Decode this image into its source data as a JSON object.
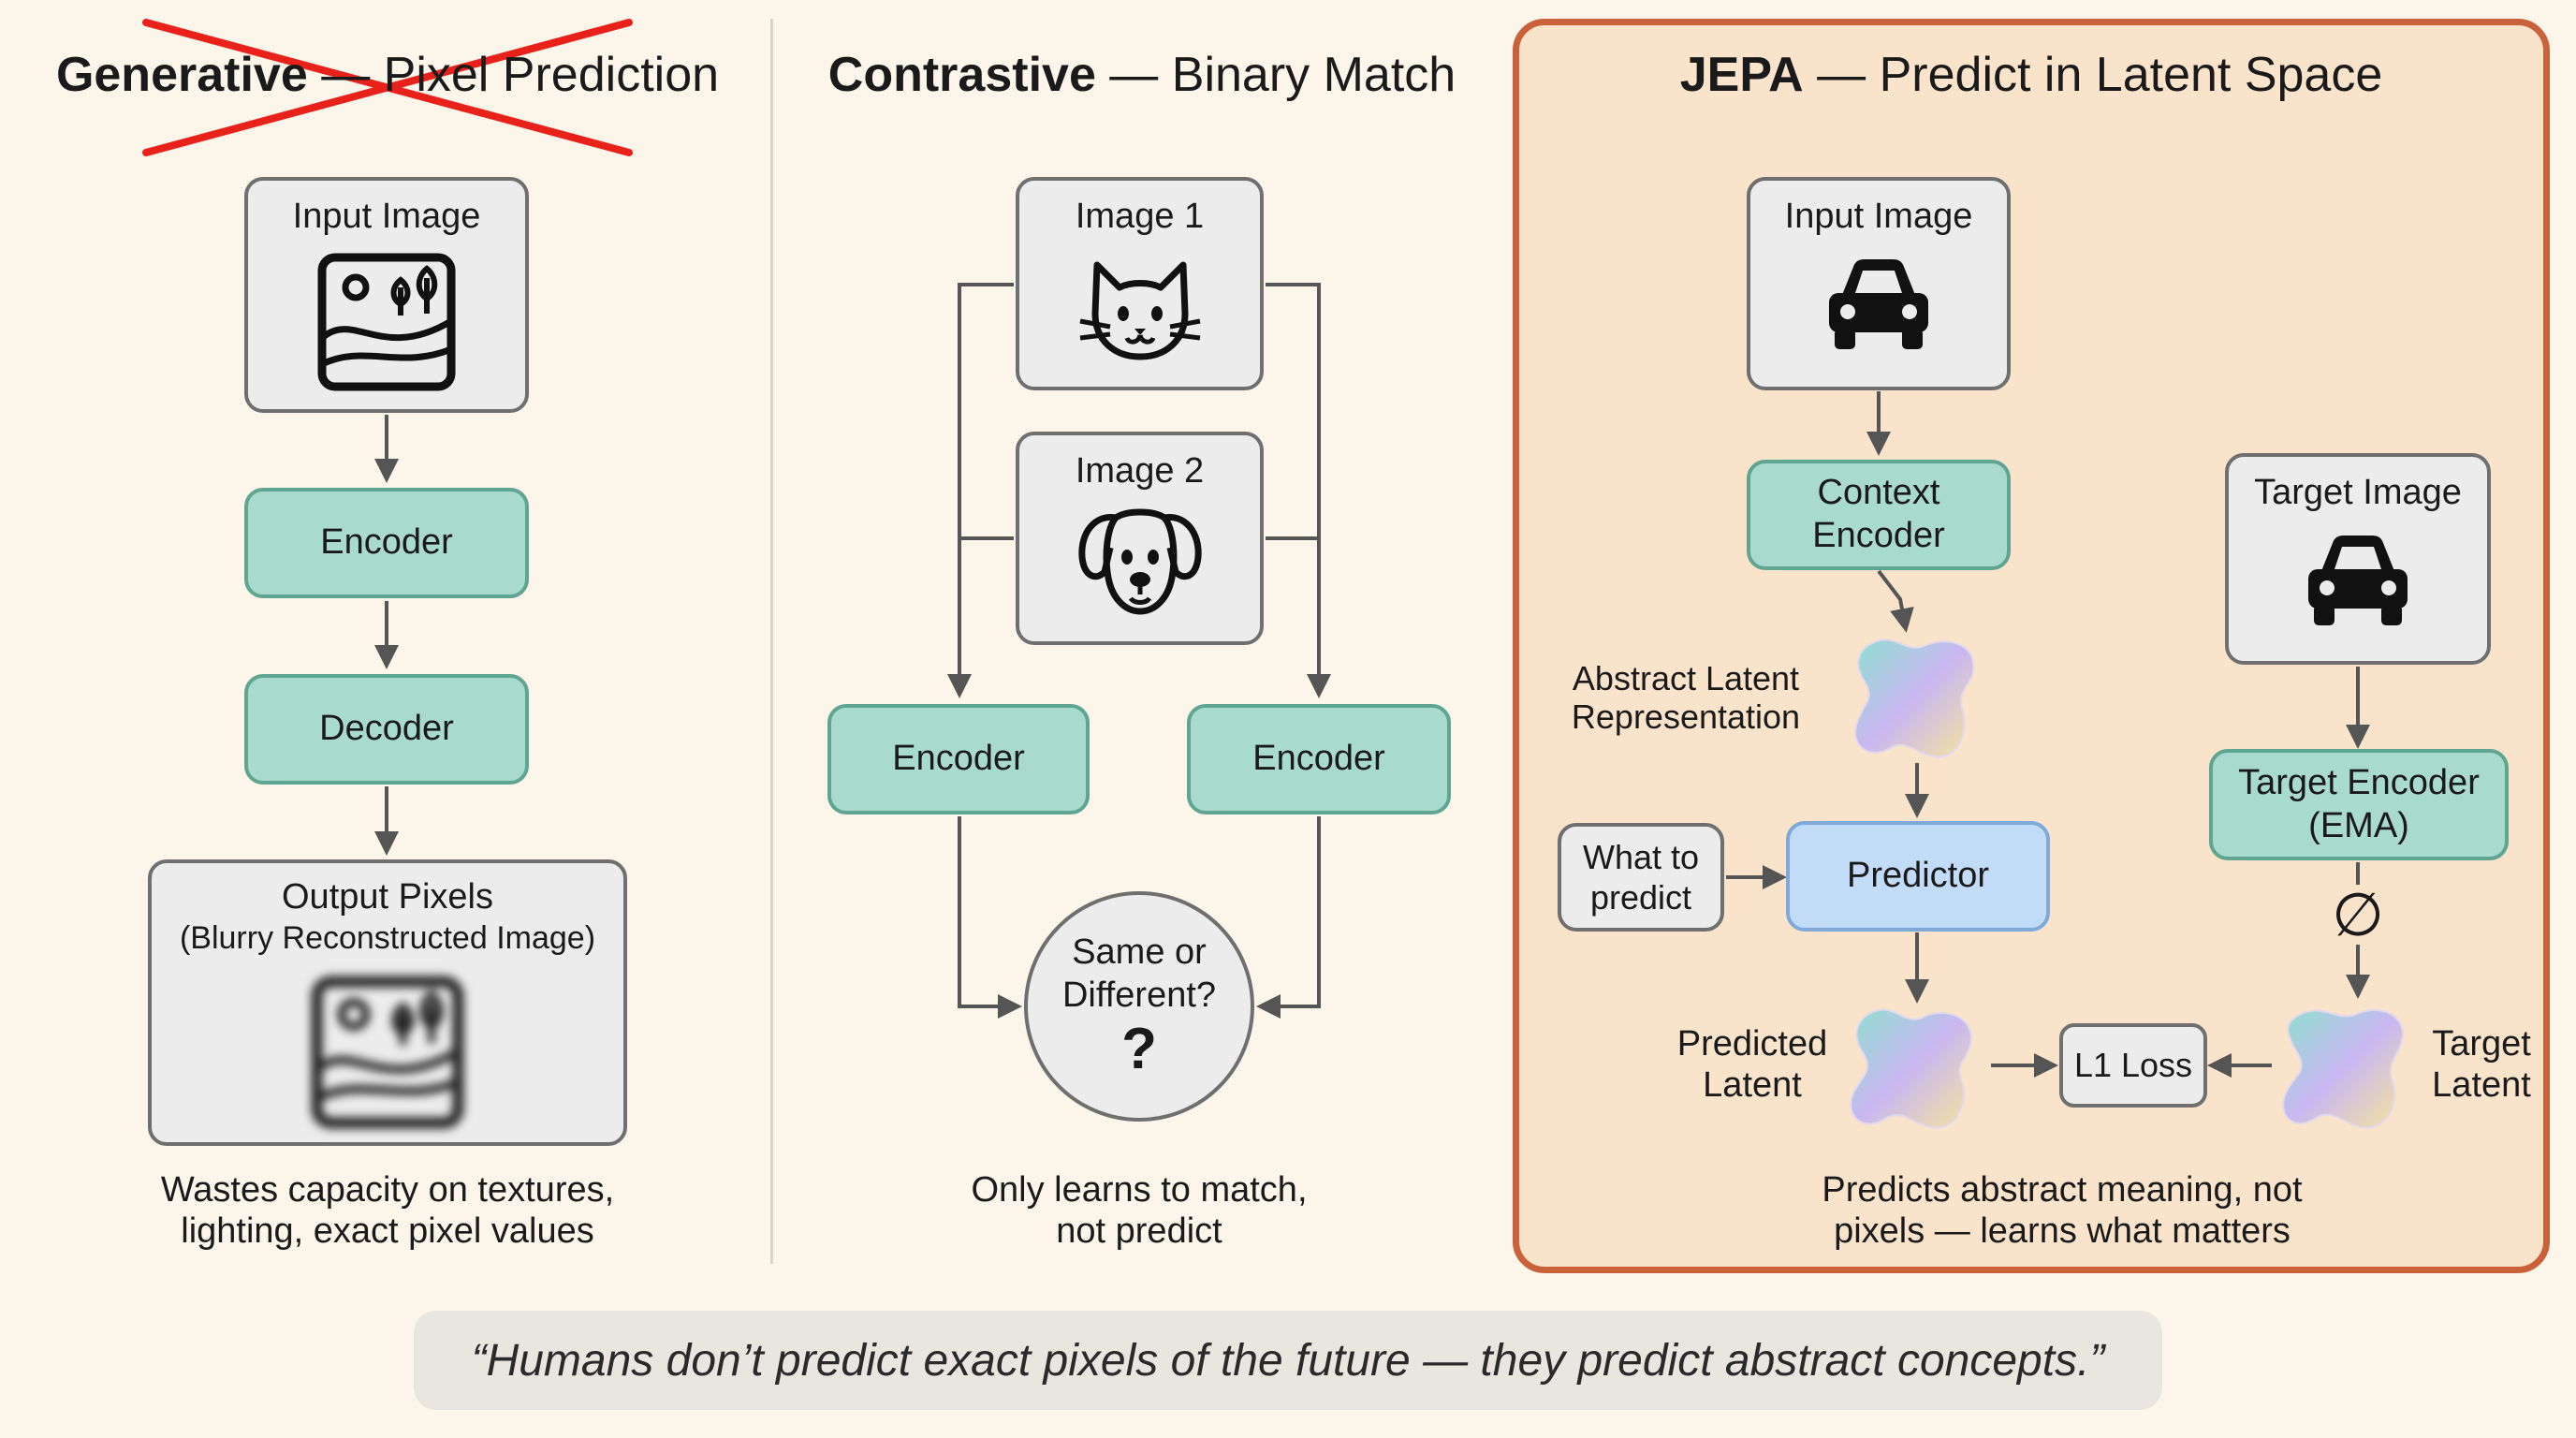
{
  "generative": {
    "title_bold": "Generative",
    "title_rest": " — Pixel Prediction",
    "input_label": "Input Image",
    "encoder_label": "Encoder",
    "decoder_label": "Decoder",
    "output_label": "Output Pixels",
    "output_sublabel": "(Blurry Reconstructed Image)",
    "caption_line1": "Wastes capacity on textures,",
    "caption_line2": "lighting, exact pixel values"
  },
  "contrastive": {
    "title_bold": "Contrastive",
    "title_rest": " — Binary Match",
    "image1_label": "Image 1",
    "image2_label": "Image 2",
    "encoder_left_label": "Encoder",
    "encoder_right_label": "Encoder",
    "decision_line1": "Same or",
    "decision_line2": "Different?",
    "decision_mark": "?",
    "caption_line1": "Only learns to match,",
    "caption_line2": "not predict"
  },
  "jepa": {
    "title_bold": "JEPA",
    "title_rest": " — Predict in Latent Space",
    "input_label": "Input Image",
    "context_encoder_line1": "Context",
    "context_encoder_line2": "Encoder",
    "abstract_latent_line1": "Abstract Latent",
    "abstract_latent_line2": "Representation",
    "what_to_predict_line1": "What to",
    "what_to_predict_line2": "predict",
    "predictor_label": "Predictor",
    "target_image_label": "Target Image",
    "target_encoder_line1": "Target Encoder",
    "target_encoder_line2": "(EMA)",
    "stop_gradient_symbol": "∅",
    "predicted_latent_line1": "Predicted",
    "predicted_latent_line2": "Latent",
    "loss_label": "L1 Loss",
    "target_latent_line1": "Target",
    "target_latent_line2": "Latent",
    "caption_line1": "Predicts abstract meaning, not",
    "caption_line2": "pixels — learns what matters"
  },
  "quote": "“Humans don’t predict exact pixels of the future — they predict abstract concepts.”",
  "colors": {
    "background": "#fbf5ea",
    "encoder_teal": "#a8dacd",
    "predictor_blue": "#c2dcf8",
    "jepa_border": "#c9623a",
    "cross_red": "#e8221b"
  },
  "icons": [
    "landscape-icon",
    "cat-icon",
    "dog-icon",
    "car-icon",
    "blurry-landscape-icon",
    "latent-blob-icon"
  ]
}
